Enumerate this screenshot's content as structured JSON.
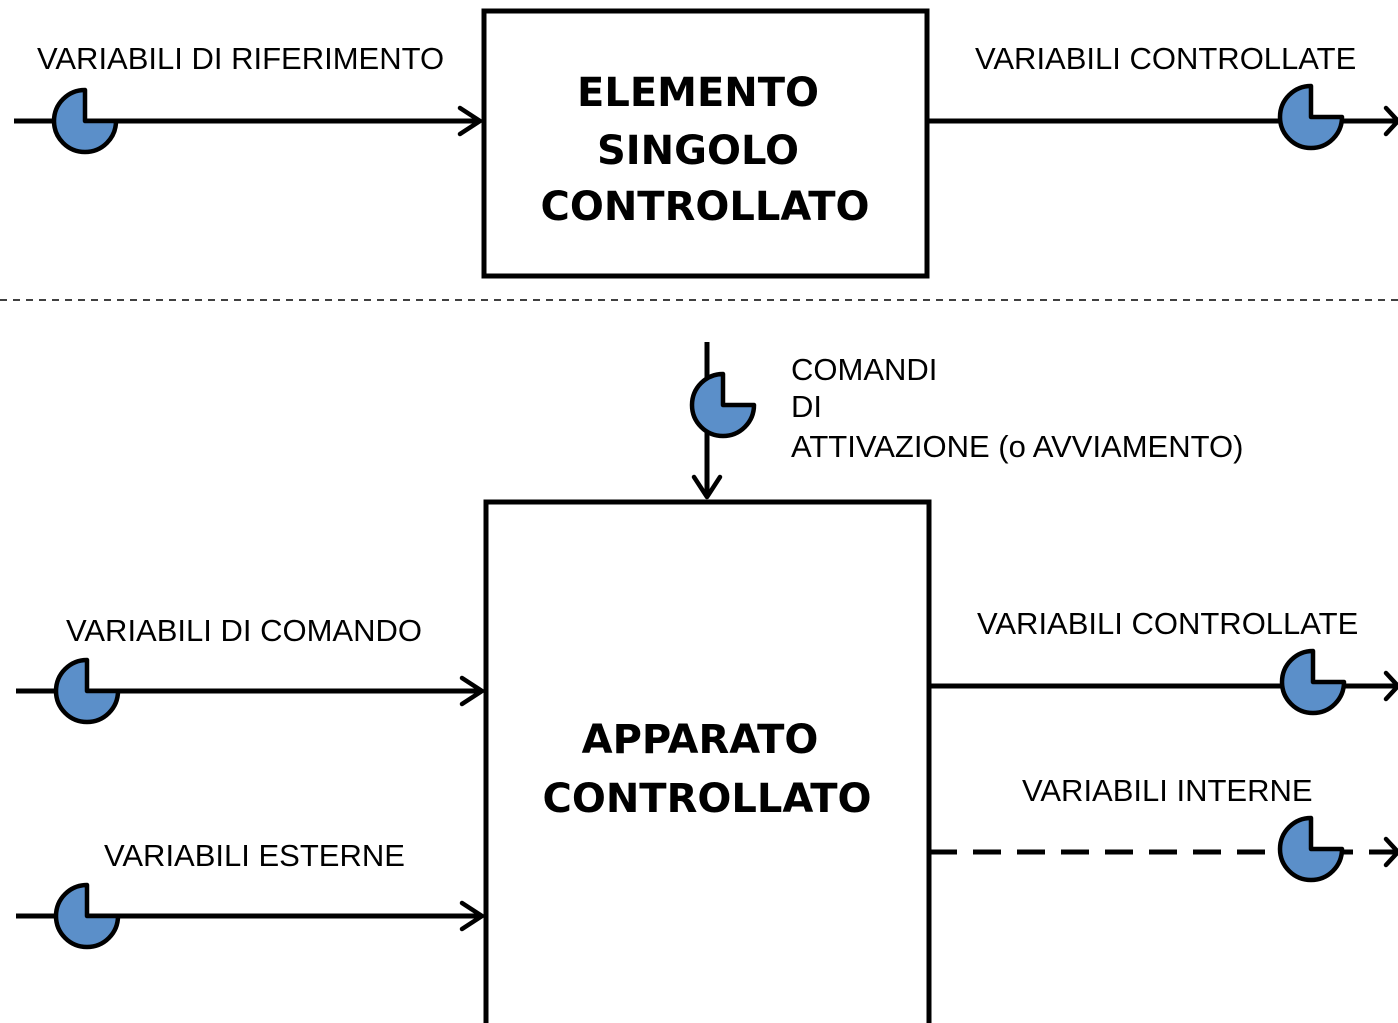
{
  "top_block": {
    "title_lines": [
      "ELEMENTO",
      "SINGOLO",
      "CONTROLLATO"
    ],
    "input_label": "VARIABILI DI RIFERIMENTO",
    "output_label": "VARIABILI CONTROLLATE"
  },
  "bottom_block": {
    "title_lines": [
      "APPARATO",
      "CONTROLLATO"
    ],
    "top_input_label_lines": [
      "COMANDI",
      "DI",
      "ATTIVAZIONE (o AVVIAMENTO)"
    ],
    "left_input_1_label": "VARIABILI DI COMANDO",
    "left_input_2_label": "VARIABILI ESTERNE",
    "output_1_label": "VARIABILI CONTROLLATE",
    "output_2_label": "VARIABILI INTERNE"
  },
  "colors": {
    "symbol_fill": "#5b8fc9",
    "stroke": "#000000",
    "background": "#ffffff"
  },
  "icons": {
    "variable_symbol": "pie-quarter-cut-icon",
    "arrow": "open-arrowhead-icon"
  }
}
